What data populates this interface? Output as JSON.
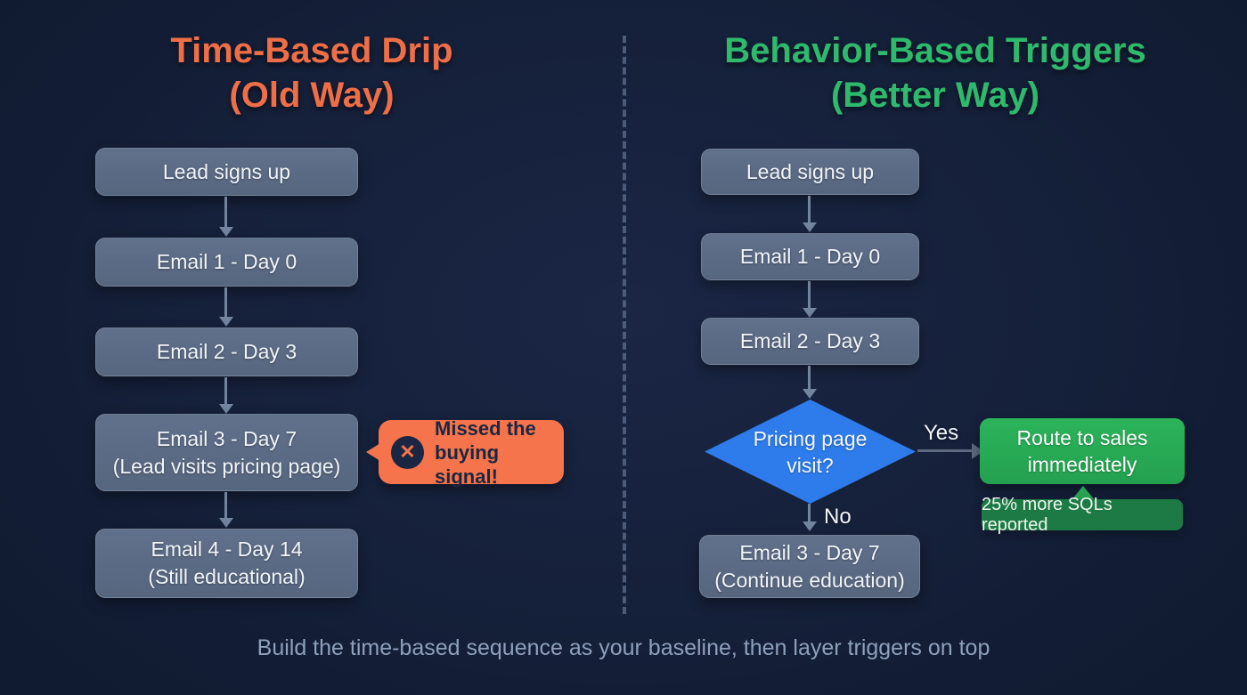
{
  "page": {
    "caption": "Build the time-based sequence as your baseline, then layer triggers on top"
  },
  "colors": {
    "background": "#16213c",
    "node_fill": "#5c6b85",
    "left_accent": "#ee6e47",
    "right_accent": "#2eb96d",
    "decision_blue": "#2e7ceb",
    "success_green": "#27ae54",
    "badge_green": "#1d7a44",
    "callout_orange": "#f5744b"
  },
  "left": {
    "title_line1": "Time-Based Drip",
    "title_line2": "(Old Way)",
    "nodes": {
      "signup": "Lead signs up",
      "email1": "Email 1 - Day 0",
      "email2": "Email 2 - Day 3",
      "email3_line1": "Email 3 - Day 7",
      "email3_line2": "(Lead visits pricing page)",
      "email4_line1": "Email 4 - Day 14",
      "email4_line2": "(Still educational)"
    },
    "callout": {
      "icon": "x-circle",
      "icon_glyph": "✕",
      "line1": "Missed the",
      "line2": "buying signal!"
    }
  },
  "right": {
    "title_line1": "Behavior-Based Triggers",
    "title_line2": "(Better Way)",
    "nodes": {
      "signup": "Lead signs up",
      "email1": "Email 1 - Day 0",
      "email2": "Email 2 - Day 3",
      "decision_line1": "Pricing page",
      "decision_line2": "visit?",
      "yes_label": "Yes",
      "no_label": "No",
      "route_line1": "Route to sales",
      "route_line2": "immediately",
      "badge": "25% more SQLs reported",
      "email3_line1": "Email 3 - Day 7",
      "email3_line2": "(Continue education)"
    }
  }
}
